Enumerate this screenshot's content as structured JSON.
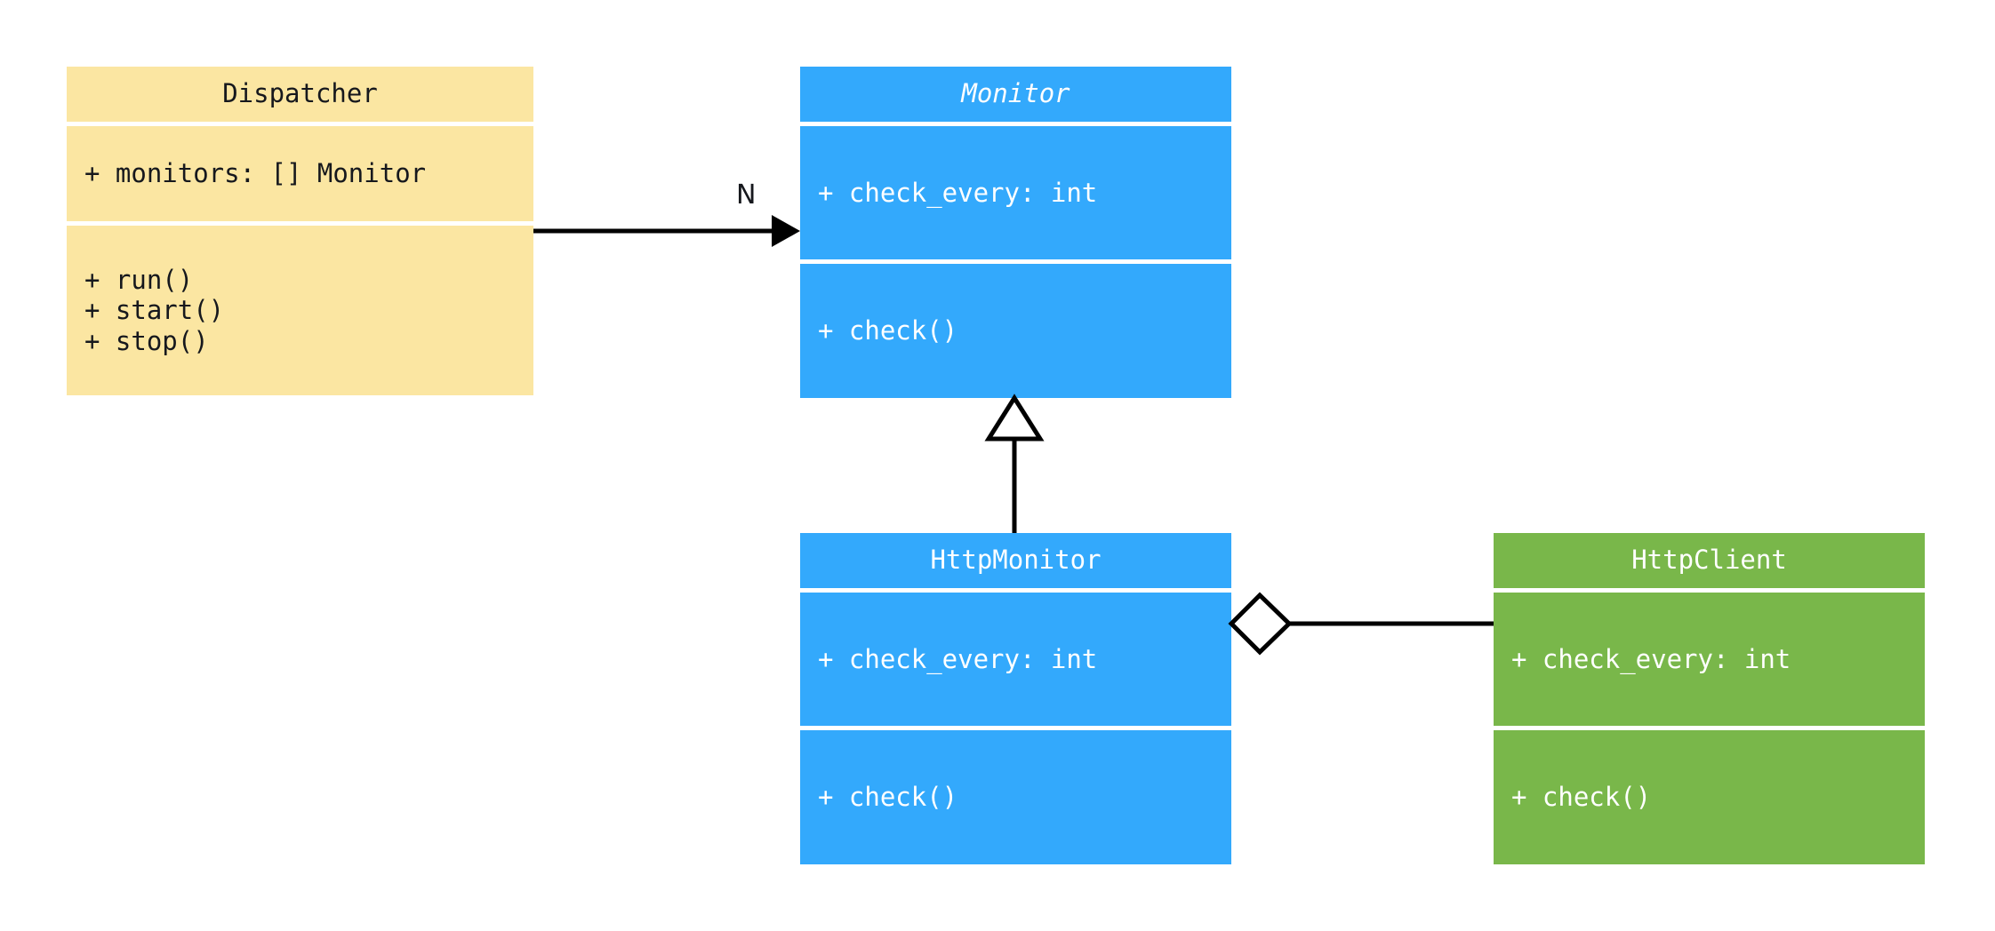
{
  "diagram": {
    "type": "uml-class-diagram",
    "background": "#ffffff",
    "palette": {
      "dispatcher_fill": "#FBE6A2",
      "dispatcher_text": "#16181d",
      "monitor_fill": "#33A9FC",
      "monitor_text": "#ffffff",
      "httpclient_fill": "#79B74A",
      "httpclient_text": "#ffffff",
      "connector_stroke": "#000000"
    },
    "classes": [
      {
        "id": "dispatcher",
        "name": "Dispatcher",
        "abstract": false,
        "attributes": [
          "+ monitors: [] Monitor"
        ],
        "methods": [
          "+ run()",
          "+ start()",
          "+ stop()"
        ]
      },
      {
        "id": "monitor",
        "name": "Monitor",
        "abstract": true,
        "attributes": [
          "+ check_every: int"
        ],
        "methods": [
          "+ check()"
        ]
      },
      {
        "id": "httpmonitor",
        "name": "HttpMonitor",
        "abstract": false,
        "attributes": [
          "+ check_every: int"
        ],
        "methods": [
          "+ check()"
        ]
      },
      {
        "id": "httpclient",
        "name": "HttpClient",
        "abstract": false,
        "attributes": [
          "+ check_every: int"
        ],
        "methods": [
          "+ check()"
        ]
      }
    ],
    "relationships": [
      {
        "id": "dispatcher-monitor",
        "kind": "association",
        "from": "Dispatcher",
        "to": "Monitor",
        "label": "N",
        "marker": "filled-arrow"
      },
      {
        "id": "httpmonitor-monitor",
        "kind": "generalization",
        "from": "HttpMonitor",
        "to": "Monitor",
        "label": "",
        "marker": "hollow-triangle"
      },
      {
        "id": "httpmonitor-httpclient",
        "kind": "aggregation",
        "from": "HttpMonitor",
        "to": "HttpClient",
        "label": "",
        "marker": "hollow-diamond"
      }
    ]
  }
}
